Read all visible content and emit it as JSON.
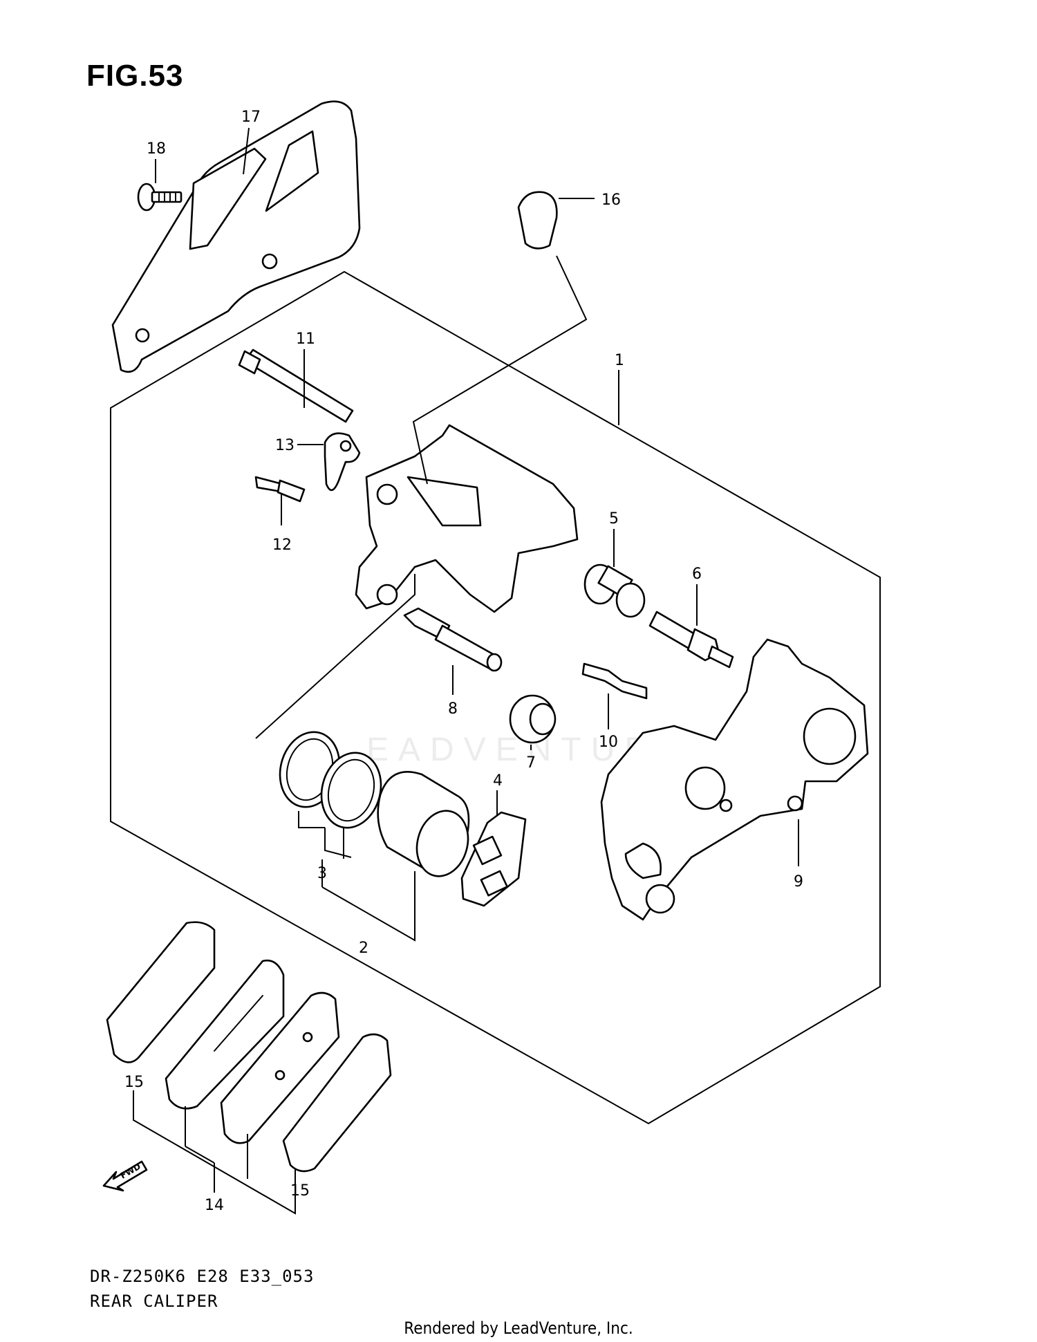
{
  "figure": {
    "title": "FIG.53",
    "model_code": "DR-Z250K6 E28 E33_053",
    "caption": "REAR CALIPER",
    "credit": "Rendered by LeadVenture, Inc.",
    "watermark": "EADVENTURE"
  },
  "fwd_arrow": {
    "label": "FWD"
  },
  "callouts": {
    "c1": "1",
    "c2": "2",
    "c3": "3",
    "c4": "4",
    "c5": "5",
    "c6": "6",
    "c7": "7",
    "c8": "8",
    "c9": "9",
    "c10": "10",
    "c11": "11",
    "c12": "12",
    "c13": "13",
    "c14": "14",
    "c15a": "15",
    "c15b": "15",
    "c16": "16",
    "c17": "17",
    "c18": "18"
  }
}
